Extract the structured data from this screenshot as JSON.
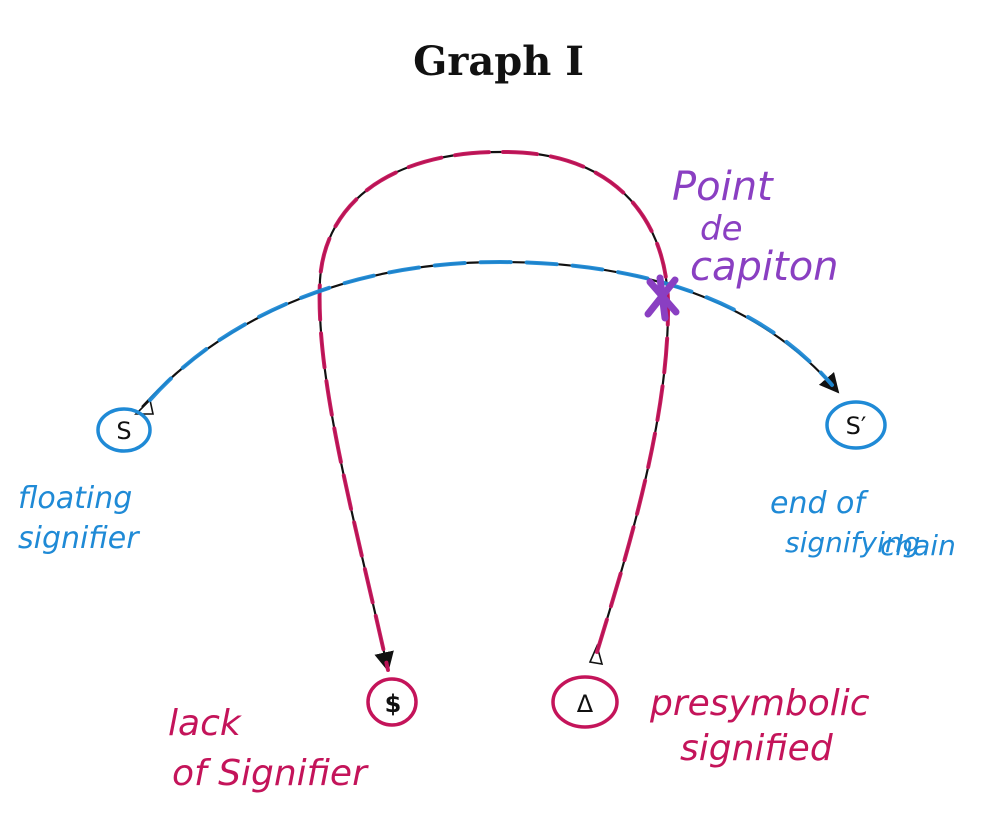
{
  "title": "Graph I",
  "colors": {
    "ink": "#111111",
    "blue": "#1f8ad6",
    "magenta": "#c4145a",
    "purple": "#8a3fc2"
  },
  "nodes": {
    "s": "S",
    "s_prime": "S′",
    "barred_s": "$",
    "delta": "Δ"
  },
  "labels": {
    "floating_line1": "floating",
    "floating_line2": "signifier",
    "end_line1": "end of",
    "end_line2": "signifying",
    "end_line3": "chain",
    "point_line1": "Point",
    "point_line2": "de",
    "point_line3": "capiton",
    "lack_line1": "lack",
    "lack_line2": "of Signifier",
    "pre_line1": "presymbolic",
    "pre_line2": "signified"
  },
  "icons": {
    "crossing_mark": "x-mark-icon",
    "arrow": "arrowhead-icon"
  }
}
